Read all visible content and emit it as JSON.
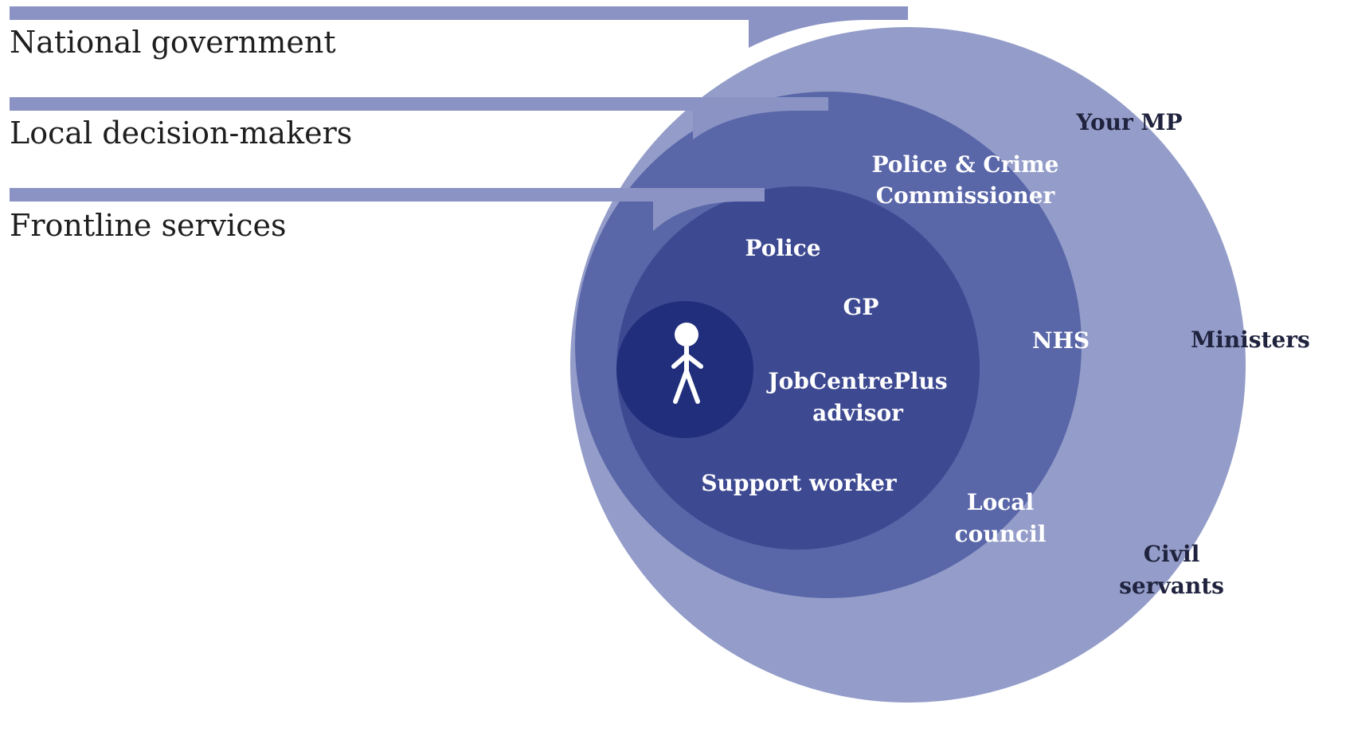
{
  "colors": {
    "national": "#949dc9",
    "local": "#5966a8",
    "frontline": "#3d4991",
    "person": "#202e7c",
    "band": "#8a93c4",
    "text_dark": "#1e1e1e",
    "text_light": "#ffffff"
  },
  "levels": {
    "national": {
      "label": "National government",
      "roles": [
        "Your MP",
        "Ministers",
        "Civil",
        "servants"
      ]
    },
    "local": {
      "label": "Local decision-makers",
      "roles": [
        "Police & Crime",
        "Commissioner",
        "NHS",
        "Local",
        "council"
      ]
    },
    "frontline": {
      "label": "Frontline services",
      "roles": [
        "Police",
        "GP",
        "JobCentrePlus",
        "advisor",
        "Support worker"
      ]
    }
  },
  "person_icon": "person-icon"
}
